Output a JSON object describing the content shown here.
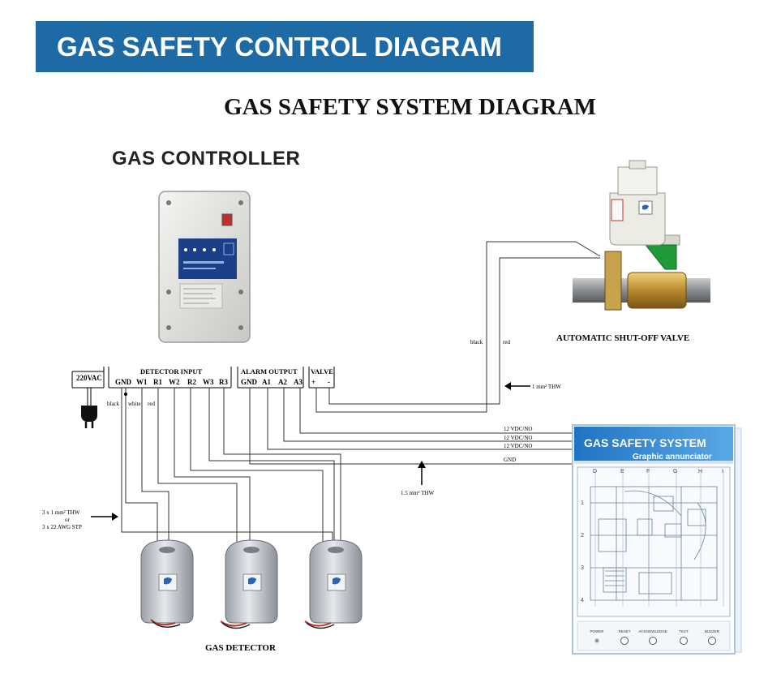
{
  "header": {
    "banner_title": "GAS SAFETY CONTROL DIAGRAM",
    "system_title": "GAS SAFETY SYSTEM DIAGRAM",
    "controller_title": "GAS CONTROLLER"
  },
  "terminals": {
    "power_label": "220VAC",
    "detector_input_label": "DETECTOR INPUT",
    "detector_terms": [
      "GND",
      "W1",
      "R1",
      "W2",
      "R2",
      "W3",
      "R3"
    ],
    "alarm_output_label": "ALARM OUTPUT",
    "alarm_terms": [
      "GND",
      "A1",
      "A2",
      "A3"
    ],
    "valve_label": "VALVE",
    "valve_terms": [
      "+",
      "-"
    ]
  },
  "wires": {
    "black": "black",
    "white": "white",
    "red": "red",
    "valve_black": "black",
    "valve_red": "red",
    "valve_cable": "1 mm² THW",
    "out_1": "12 VDC/NO",
    "out_2": "12 VDC/NO",
    "out_3": "12 VDC/NO",
    "out_gnd": "GND",
    "bus_cable": "1.5 mm² THW",
    "detector_cable_1": "3 x 1 mm² THW",
    "detector_cable_or": "or",
    "detector_cable_2": "3 x 22 AWG STP"
  },
  "devices": {
    "valve_caption": "AUTOMATIC SHUT-OFF VALVE",
    "detector_caption": "GAS DETECTOR"
  },
  "annunciator": {
    "title": "GAS SAFETY SYSTEM",
    "subtitle": "Graphic annunciator",
    "grid_cols": [
      "D",
      "E",
      "F",
      "G",
      "H",
      "I"
    ],
    "grid_rows": [
      "1",
      "2",
      "3",
      "4"
    ],
    "buttons": [
      "POWER",
      "RESET",
      "ACKNOWLEDGE",
      "TEST",
      "BUZZER"
    ]
  }
}
